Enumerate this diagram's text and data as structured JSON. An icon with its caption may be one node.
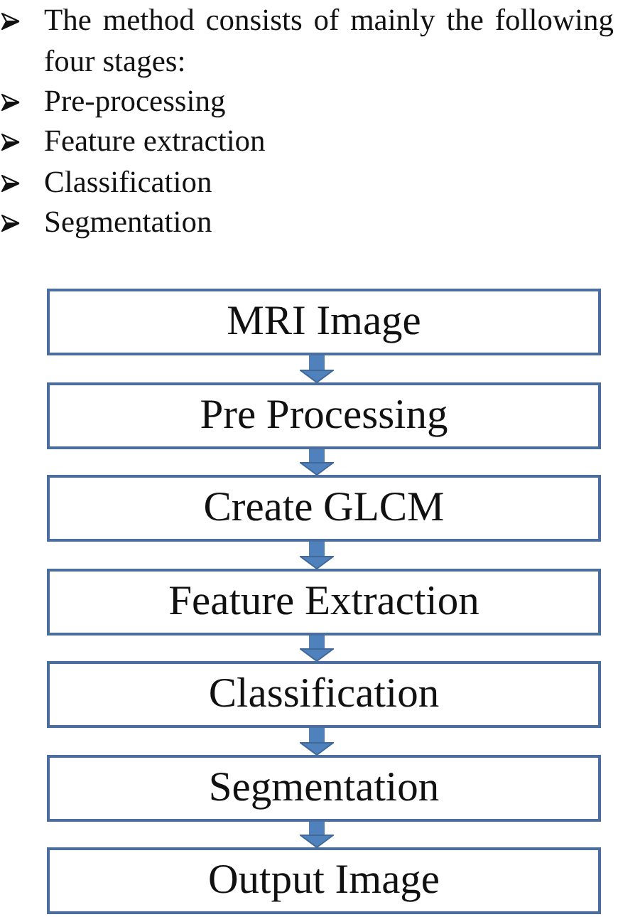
{
  "diagram": {
    "nodes": [
      {
        "text": [
          "MRI Image"
        ]
      },
      {
        "text": [
          "Pre Processing"
        ]
      },
      {
        "text": [
          "Create GLCM"
        ]
      },
      {
        "text": [
          "Feature Extraction"
        ]
      },
      {
        "text": [
          "Classification"
        ]
      },
      {
        "text": [
          "Segmentation"
        ]
      },
      {
        "text": [
          "Output Image"
        ]
      }
    ],
    "edges": [
      {
        "from": 0,
        "to": 1,
        "arrow": "to"
      },
      {
        "from": 1,
        "to": 2,
        "arrow": "to"
      },
      {
        "from": 2,
        "to": 3,
        "arrow": "to"
      },
      {
        "from": 3,
        "to": 4,
        "arrow": "to"
      },
      {
        "from": 4,
        "to": 5,
        "arrow": "to"
      },
      {
        "from": 5,
        "to": 6,
        "arrow": "to"
      }
    ],
    "labels": [
      "The method consists of mainly the following four stages:",
      "Pre-processing",
      "Feature extraction",
      "Classification",
      "Segmentation"
    ]
  }
}
